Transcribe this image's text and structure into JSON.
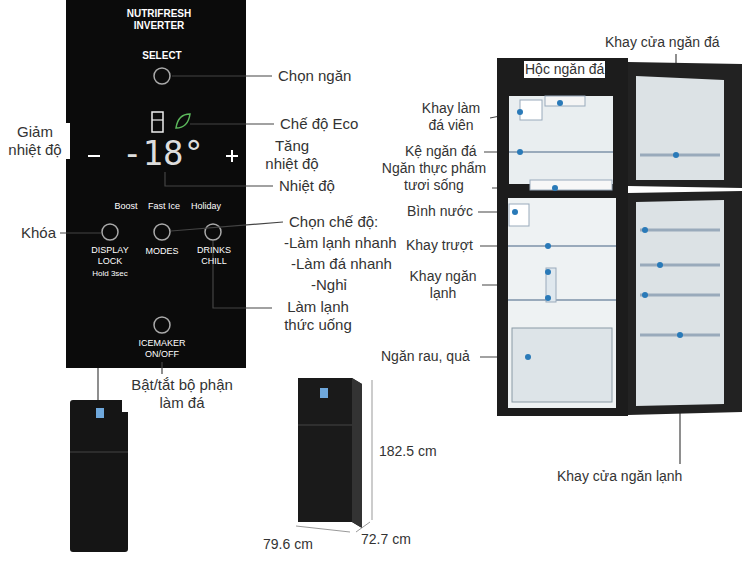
{
  "diagram": {
    "labels": [
      "NUTRIFRESH INVERTER",
      "SELECT",
      "-18°",
      "Boost",
      "Fast Ice",
      "Holiday",
      "DISPLAY LOCK",
      "Hold 3sec",
      "MODES",
      "DRINKS CHILL",
      "ICEMAKER ON/OFF",
      "Chọn ngăn",
      "Giảm nhiệt độ",
      "Chế độ Eco",
      "Tăng nhiệt độ",
      "Nhiệt độ",
      "Khóa",
      "Chọn chế độ:",
      "-Làm lạnh nhanh",
      "-Làm đá nhanh",
      "-Nghỉ",
      "Làm lạnh thức uống",
      "Bật/tắt bộ phận làm đá",
      "182.5 cm",
      "79.6 cm",
      "72.7 cm",
      "Khay cửa ngăn đá",
      "Hộc ngăn đá",
      "Khay làm đá viên",
      "Kệ ngăn đá",
      "Ngăn thực phẩm tươi sống",
      "Bình nước",
      "Khay trượt",
      "Khay ngăn lạnh",
      "Ngăn rau, quả",
      "Khay cửa ngăn lạnh"
    ]
  }
}
